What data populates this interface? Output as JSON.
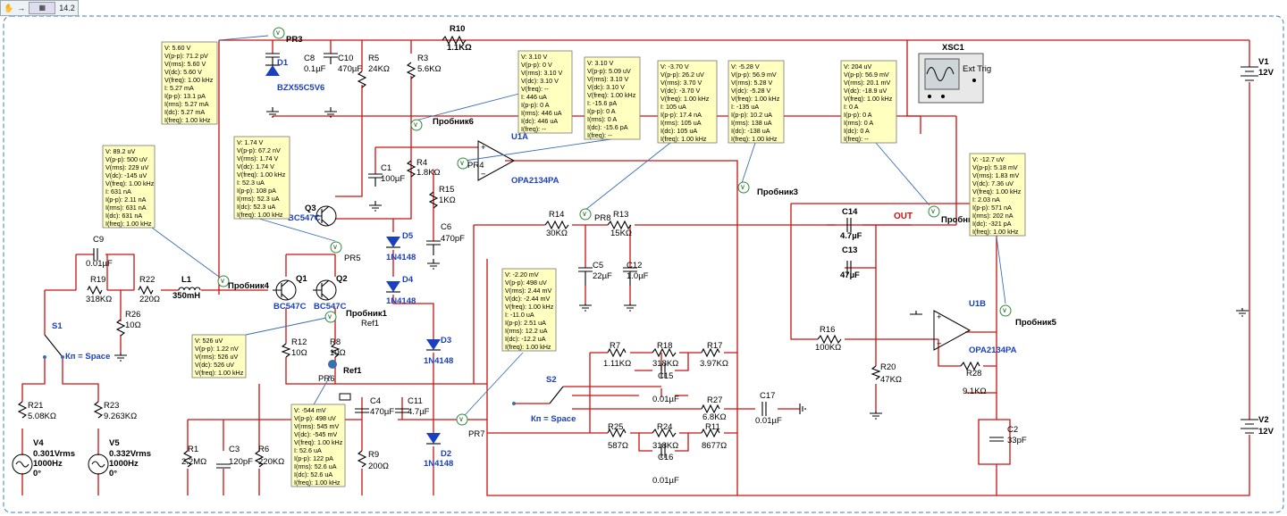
{
  "toolbar": {
    "zoom": "14.2"
  },
  "labels": {
    "R10": "R10",
    "R10v": "1.1KΩ",
    "PR3": "PR3",
    "D1": "D1",
    "D1v": "BZX55C5V6",
    "C8": "C8",
    "C8v": "0.1µF",
    "C10": "C10",
    "C10v": "470µF",
    "R5": "R5",
    "R5v": "24KΩ",
    "R3": "R3",
    "R3v": "5.6KΩ",
    "Pr6": "Пробник6",
    "U1A": "U1A",
    "OPAA": "OPA2134PA",
    "PR4": "PR4",
    "C1": "C1",
    "C1v": "100µF",
    "R4": "R4",
    "R4v": "1.8KΩ",
    "R15": "R15",
    "R15v": "1KΩ",
    "C6": "C6",
    "C6v": "470pF",
    "Q3": "Q3",
    "Q3v": "BC547C",
    "D5": "D5",
    "D5v": "1N4148",
    "D4": "D4",
    "D4v": "1N4148",
    "D3": "D3",
    "D3v": "1N4148",
    "D2": "D2",
    "D2v": "1N4148",
    "PR5": "PR5",
    "Q1": "Q1",
    "Q1v": "BC547C",
    "Q2": "Q2",
    "Q2v": "BC547C",
    "Pr1": "Пробник1",
    "Ref1a": "Ref1",
    "Ref1b": "Ref1",
    "PR6": "PR6",
    "R12": "R12",
    "R12v": "10Ω",
    "R8": "R8",
    "R8v": "10Ω",
    "C9": "C9",
    "C9v": "0.01µF",
    "R19": "R19",
    "R19v": "318KΩ",
    "R22": "R22",
    "R22v": "220Ω",
    "L1": "L1",
    "L1v": "350mH",
    "Pr4": "Пробник4",
    "R26": "R26",
    "R26v": "10Ω",
    "S1": "S1",
    "Kn1": "Кп = Space",
    "R21": "R21",
    "R21v": "5.08KΩ",
    "R23": "R23",
    "R23v": "9.263KΩ",
    "V4": "V4",
    "V4a": "0.301Vrms",
    "V4b": "1000Hz",
    "V4c": "0°",
    "V5": "V5",
    "V5a": "0.332Vrms",
    "V5b": "1000Hz",
    "V5c": "0°",
    "R1": "R1",
    "R1v": "2.2MΩ",
    "C3": "C3",
    "C3v": "120pF",
    "R6": "R6",
    "R6v": "220KΩ",
    "C4": "C4",
    "C4v": "470µF",
    "C11": "C11",
    "C11v": "4.7µF",
    "R9": "R9",
    "R9v": "200Ω",
    "R14": "R14",
    "R14v": "30KΩ",
    "PR8": "PR8",
    "R13": "R13",
    "R13v": "15KΩ",
    "C5": "C5",
    "C5v": "22µF",
    "C12": "C12",
    "C12v": "1.0µF",
    "Pr3": "Пробник3",
    "R7": "R7",
    "R7v": "1.11KΩ",
    "R18": "R18",
    "R18v": "318KΩ",
    "R17": "R17",
    "R17v": "3.97KΩ",
    "C15": "C15",
    "C15v": "0.01µF",
    "S2": "S2",
    "Kn2": "Кп = Space",
    "R27": "R27",
    "R27v": "6.8KΩ",
    "C17": "C17",
    "C17v": "0.01µF",
    "PR7": "PR7",
    "R25": "R25",
    "R25v": "587Ω",
    "R24": "R24",
    "R24v": "318KΩ",
    "R11": "R11",
    "R11v": "8677Ω",
    "C16": "C16",
    "C16v": "0.01µF",
    "XSC1": "XSC1",
    "ExtTrig": "Ext Trig",
    "C14": "C14",
    "C14v": "4.7µF",
    "OUT": "OUT",
    "Pr2": "Пробни",
    "C13": "C13",
    "C13v": "47µF",
    "U1B": "U1B",
    "OPAB": "OPA2134PA",
    "Pr5": "Пробник5",
    "R16": "R16",
    "R16v": "100KΩ",
    "R20": "R20",
    "R20v": "47KΩ",
    "R28": "R28",
    "R28v": "9.1KΩ",
    "C2": "C2",
    "C2v": "33pF",
    "V1": "V1",
    "V1v": "12V",
    "V2": "V2",
    "V2v": "12V"
  },
  "probes": [
    {
      "lines": [
        "V: 5.60 V",
        "V(p-p): 71.2 pV",
        "V(rms): 5.60 V",
        "V(dc): 5.60 V",
        "V(freq): 1.00 kHz",
        "I: 5.27 mA",
        "I(p-p): 13.1 pA",
        "I(rms): 5.27 mA",
        "I(dc): 5.27 mA",
        "I(freq): 1.00 kHz"
      ]
    },
    {
      "lines": [
        "V: 3.10 V",
        "V(p-p): 0 V",
        "V(rms): 3.10 V",
        "V(dc): 3.10 V",
        "V(freq): --",
        "I: 446 uA",
        "I(p-p): 0 A",
        "I(rms): 446 uA",
        "I(dc): 446 uA",
        "I(freq): --"
      ]
    },
    {
      "lines": [
        "V: 3.10 V",
        "V(p-p): 5.09 uV",
        "V(rms): 3.10 V",
        "V(dc): 3.10 V",
        "V(freq): 1.00 kHz",
        "I: -15.6 pA",
        "I(p-p): 0 A",
        "I(rms): 0 A",
        "I(dc): -15.6 pA",
        "I(freq): --"
      ]
    },
    {
      "lines": [
        "V: -3.70 V",
        "V(p-p): 26.2 uV",
        "V(rms): 3.70 V",
        "V(dc): -3.70 V",
        "V(freq): 1.00 kHz",
        "I: 105 uA",
        "I(p-p): 17.4 nA",
        "I(rms): 105 uA",
        "I(dc): 105 uA",
        "I(freq): 1.00 kHz"
      ]
    },
    {
      "lines": [
        "V: -5.28 V",
        "V(p-p): 56.9 mV",
        "V(rms): 5.28 V",
        "V(dc): -5.28 V",
        "V(freq): 1.00 kHz",
        "I: -135 uA",
        "I(p-p): 10.2 uA",
        "I(rms): 138 uA",
        "I(dc): -138 uA",
        "I(freq): 1.00 kHz"
      ]
    },
    {
      "lines": [
        "V: 204 uV",
        "V(p-p): 56.9 mV",
        "V(rms): 20.1 mV",
        "V(dc): -18.9 uV",
        "V(freq): 1.00 kHz",
        "I: 0 A",
        "I(p-p): 0 A",
        "I(rms): 0 A",
        "I(dc): 0 A",
        "I(freq): --"
      ]
    },
    {
      "lines": [
        "V: 1.74 V",
        "V(p-p): 67.2 nV",
        "V(rms): 1.74 V",
        "V(dc): 1.74 V",
        "V(freq): 1.00 kHz",
        "I: 52.3 uA",
        "I(p-p): 108 pA",
        "I(rms): 52.3 uA",
        "I(dc): 52.3 uA",
        "I(freq): 1.00 kHz"
      ]
    },
    {
      "lines": [
        "V: 89.2 uV",
        "V(p-p): 500 uV",
        "V(rms): 229 uV",
        "V(dc): -145 uV",
        "V(freq): 1.00 kHz",
        "I: 631 nA",
        "I(p-p): 2.11 nA",
        "I(rms): 631 nA",
        "I(dc): 631 nA",
        "I(freq): 1.00 kHz"
      ]
    },
    {
      "lines": [
        "V: -12.7 uV",
        "V(p-p): 5.18 mV",
        "V(rms): 1.83 mV",
        "V(dc): 7.36 uV",
        "V(freq): 1.00 kHz",
        "I: 2.03 nA",
        "I(p-p): 571 nA",
        "I(rms): 202 nA",
        "I(dc): -321 pA",
        "I(freq): 1.00 kHz"
      ]
    },
    {
      "lines": [
        "V: 526 uV",
        "V(p-p): 1.22 nV",
        "V(rms): 526 uV",
        "V(dc): 526 uV",
        "V(freq): 1.00 kHz"
      ]
    },
    {
      "lines": [
        "V: -2.20 mV",
        "V(p-p): 498 uV",
        "V(rms): 2.44 mV",
        "V(dc): -2.44 mV",
        "V(freq): 1.00 kHz",
        "I: -11.0 uA",
        "I(p-p): 2.51 uA",
        "I(rms): 12.2 uA",
        "I(dc): -12.2 uA",
        "I(freq): 1.00 kHz"
      ]
    },
    {
      "lines": [
        "V: -544 mV",
        "V(p-p): 498 uV",
        "V(rms): 545 mV",
        "V(dc): -545 mV",
        "V(freq): 1.00 kHz",
        "I: 52.6 uA",
        "I(p-p): 122 pA",
        "I(rms): 52.6 uA",
        "I(dc): 52.6 uA",
        "I(freq): 1.00 kHz"
      ]
    }
  ]
}
